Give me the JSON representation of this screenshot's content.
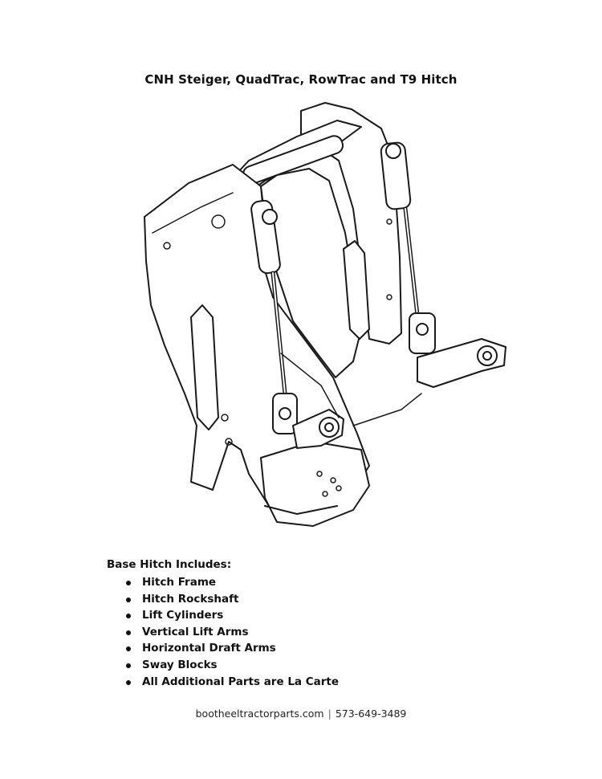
{
  "title": "CNH Steiger, QuadTrac, RowTrac and T9 Hitch",
  "drawing": {
    "icon": "three-point-hitch-line-drawing",
    "stroke_color": "#1a1a1a",
    "fill_color": "#ffffff"
  },
  "includes": {
    "heading": "Base Hitch Includes:",
    "items": [
      "Hitch Frame",
      "Hitch Rockshaft",
      "Lift Cylinders",
      "Vertical Lift Arms",
      "Horizontal Draft Arms",
      "Sway Blocks",
      "All Additional Parts are La Carte"
    ]
  },
  "footer": {
    "website": "bootheeltractorparts.com",
    "separator": "|",
    "phone": "573-649-3489"
  }
}
